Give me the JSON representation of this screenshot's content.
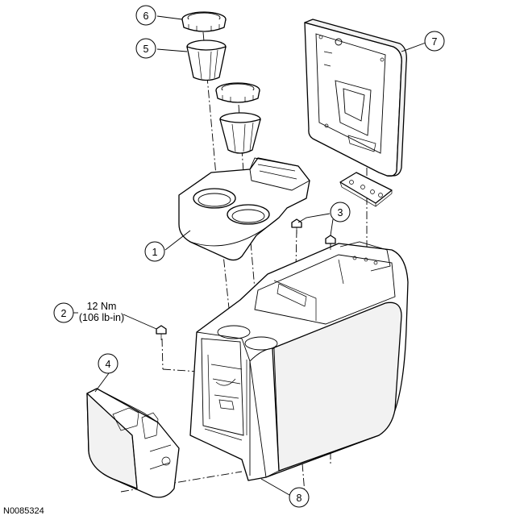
{
  "figure_id": "N0085324",
  "torque": {
    "line1": "12 Nm",
    "line2": "(106 lb-in)"
  },
  "callouts": [
    "1",
    "2",
    "3",
    "4",
    "5",
    "6",
    "7",
    "8"
  ]
}
